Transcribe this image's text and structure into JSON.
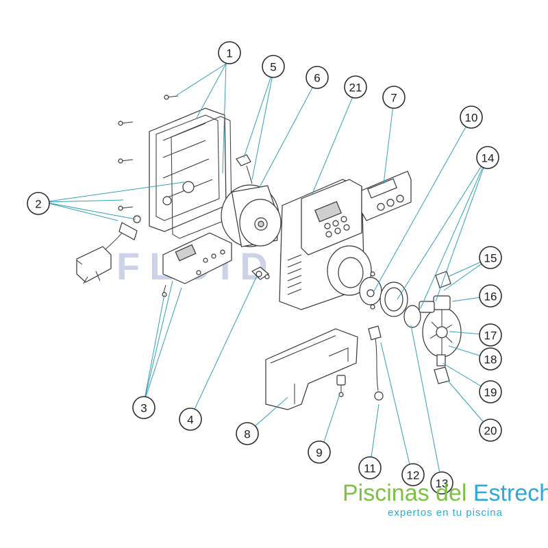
{
  "diagram": {
    "watermark": "FLUIDRA",
    "callouts": [
      "1",
      "2",
      "3",
      "4",
      "5",
      "6",
      "7",
      "8",
      "9",
      "10",
      "11",
      "12",
      "13",
      "14",
      "15",
      "16",
      "17",
      "18",
      "19",
      "20",
      "21"
    ]
  },
  "brand": {
    "name_part1": "Piscinas del ",
    "name_part2": "Estrecho",
    "tagline": "expertos en tu piscina",
    "color_green": "#7cc242",
    "color_blue": "#2ea8d8"
  },
  "colors": {
    "leader_lines": "#2e9fb8",
    "watermark": "#8f9bc9"
  }
}
